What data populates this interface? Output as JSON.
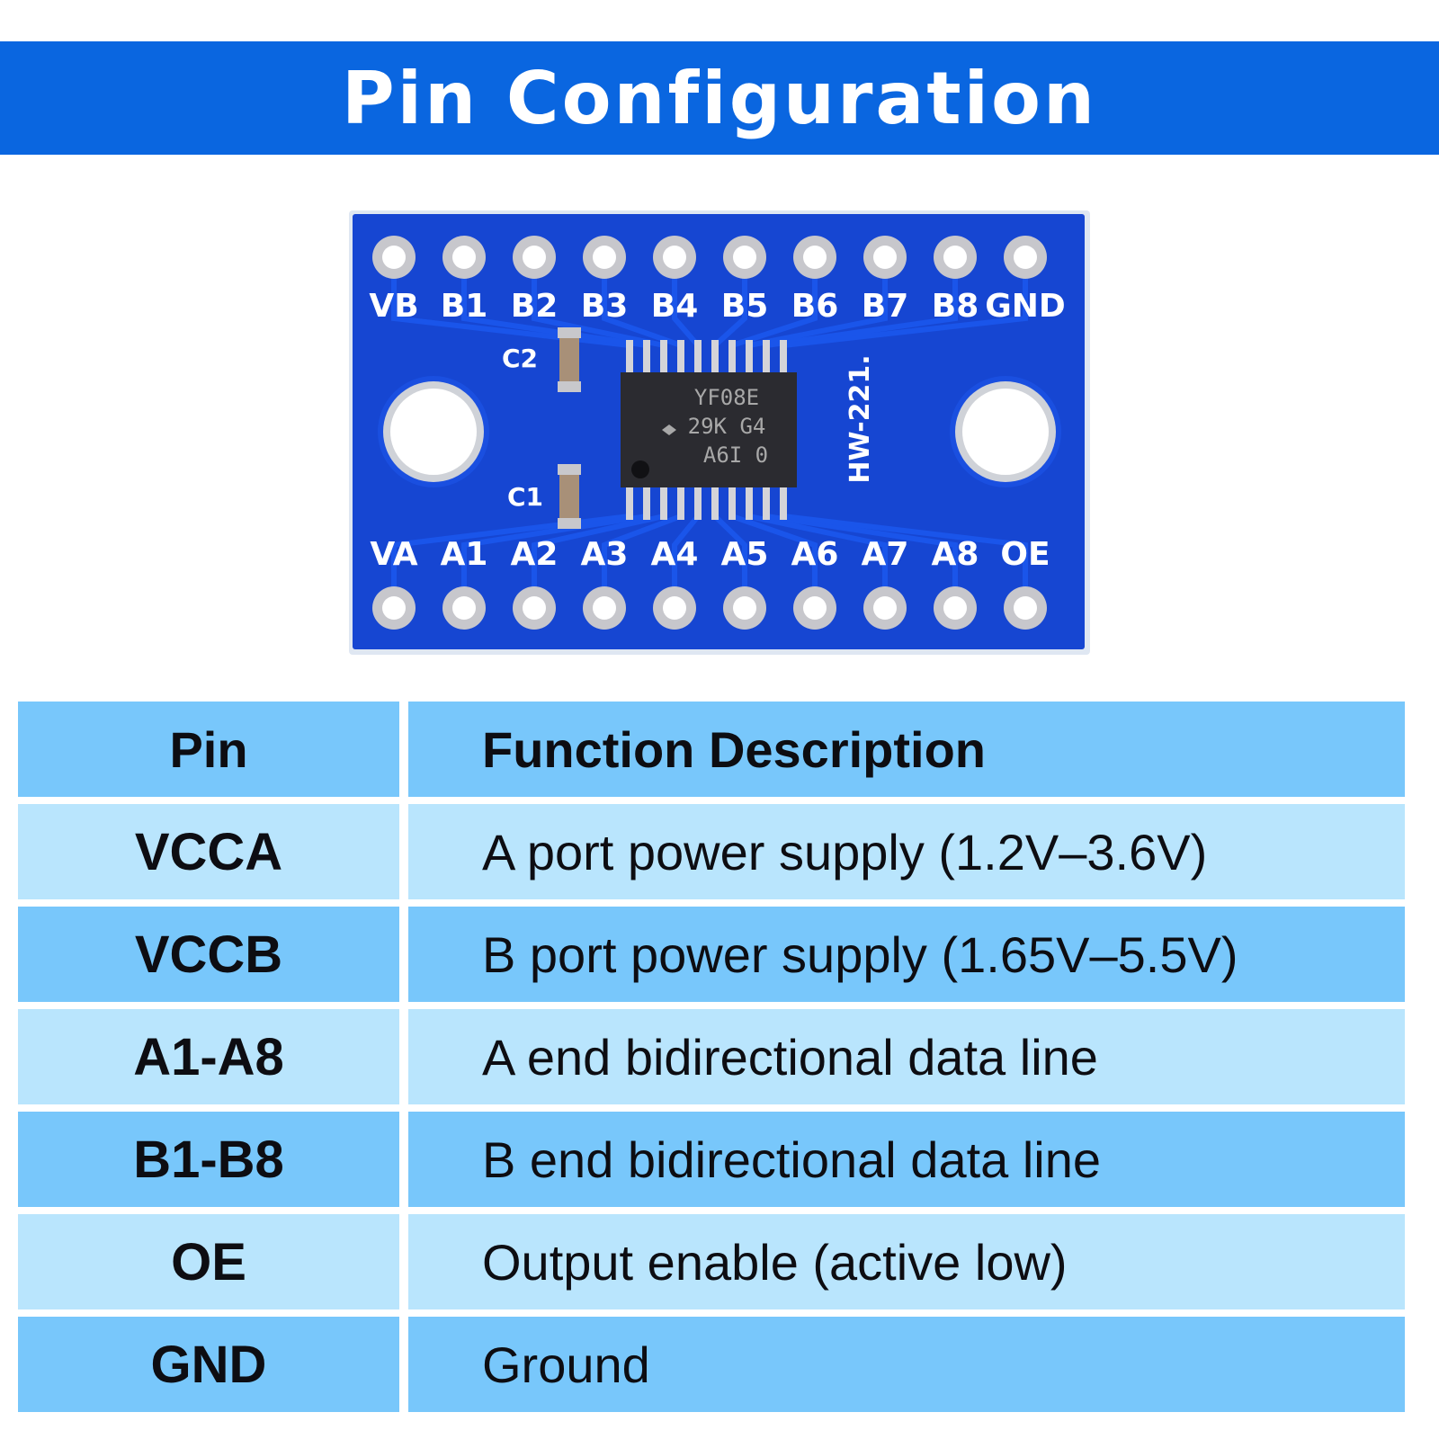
{
  "banner": {
    "title": "Pin Configuration"
  },
  "board": {
    "top_pins": [
      "VB",
      "B1",
      "B2",
      "B3",
      "B4",
      "B5",
      "B6",
      "B7",
      "B8",
      "GND"
    ],
    "bottom_pins": [
      "VA",
      "A1",
      "A2",
      "A3",
      "A4",
      "A5",
      "A6",
      "A7",
      "A8",
      "OE"
    ],
    "capacitors": [
      "C2",
      "C1"
    ],
    "model": "HW-221.",
    "chip_marking": [
      "YF08E",
      "29K G4",
      "A6I 0"
    ],
    "colors": {
      "pcb": "#1646d2",
      "pad": "#c7c7cc",
      "chip": "#2b2b30",
      "banner": "#0a66e0"
    }
  },
  "table": {
    "headers": {
      "pin": "Pin",
      "description": "Function Description"
    },
    "rows": [
      {
        "pin": "VCCA",
        "description": "A port power supply (1.2V–3.6V)"
      },
      {
        "pin": "VCCB",
        "description": "B port power supply (1.65V–5.5V)"
      },
      {
        "pin": "A1-A8",
        "description": "A end bidirectional data line"
      },
      {
        "pin": "B1-B8",
        "description": "B end bidirectional data line"
      },
      {
        "pin": "OE",
        "description": "Output enable (active low)"
      },
      {
        "pin": "GND",
        "description": "Ground"
      }
    ]
  }
}
